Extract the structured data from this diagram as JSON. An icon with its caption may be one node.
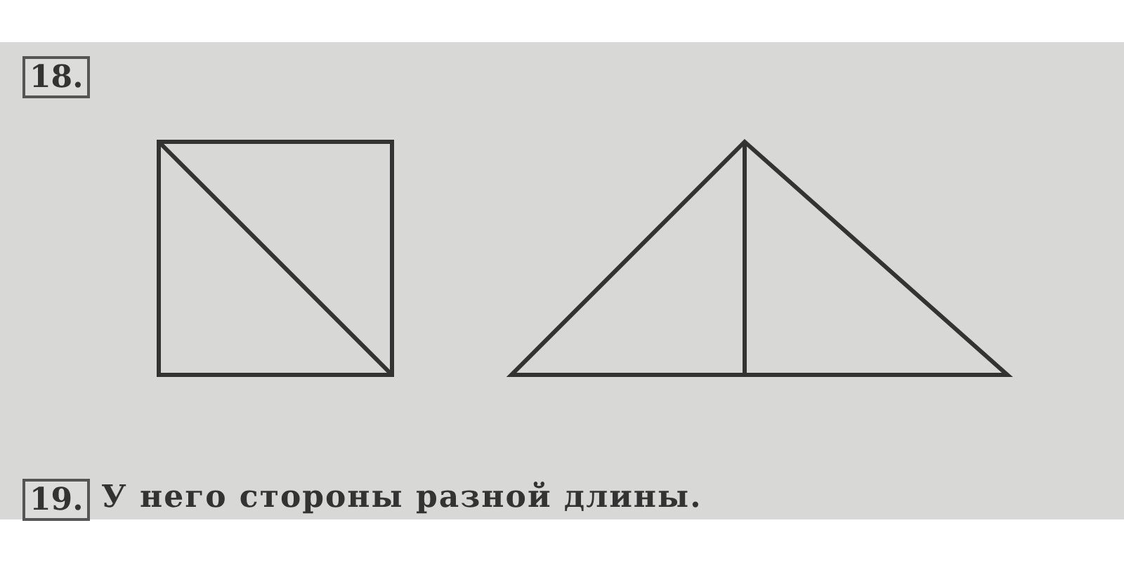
{
  "diagram": {
    "labels": [
      "18.",
      "19.",
      "У него стороны разной длины."
    ]
  }
}
